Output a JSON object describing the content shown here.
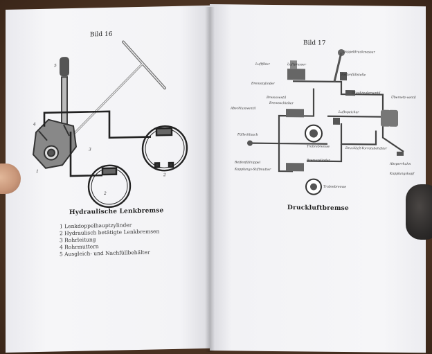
{
  "left_page": {
    "figure_label": "Bild 16",
    "caption": "Hydraulische Lenkbremse",
    "legend": [
      "1  Lenkdoppelhauptzylinder",
      "2  Hydraulisch betätigte Lenkbremsen",
      "3  Rohrleitung",
      "4  Rohrmuttern",
      "5  Ausgleich- und Nachfüllbehälter"
    ],
    "callouts": [
      "5",
      "4",
      "1",
      "3",
      "2",
      "2"
    ]
  },
  "right_page": {
    "figure_label": "Bild 17",
    "caption": "Druckluftbremse",
    "labels": {
      "doppeldruckmesser": "Doppeldruckmesser",
      "luftfilter": "Luftfilter",
      "luftpresser": "Luftpresser",
      "reifenfuellstelle": "Reifenfüllstelle",
      "bremszylinder1": "Bremszylinder",
      "druckreglerventil": "Druckreglerventil",
      "uebersetzventil": "Übersetz-ventil",
      "abschlussventil": "Abschlussventil",
      "bremsventil": "Bremsventil",
      "bremsschieber": "Bremsschieber",
      "luftspeicher": "Luftspeicher",
      "fuellschlauch": "Füllschlauch",
      "trabrebremse1": "Trabrebremse",
      "druckluftvorratsbehaelter": "Druckluft-Vorratsbehälter",
      "reifenfuellnippel": "Reifenfüllnippel",
      "kupplungs_stiftmutter": "Kupplungs-Stiftmutter",
      "bremszylinder2": "Bremszylinder",
      "absperrhahn": "Absperrhahn",
      "kupplungskopf": "Kupplungskopf",
      "trabrebremse2": "Trabrebremse"
    }
  }
}
